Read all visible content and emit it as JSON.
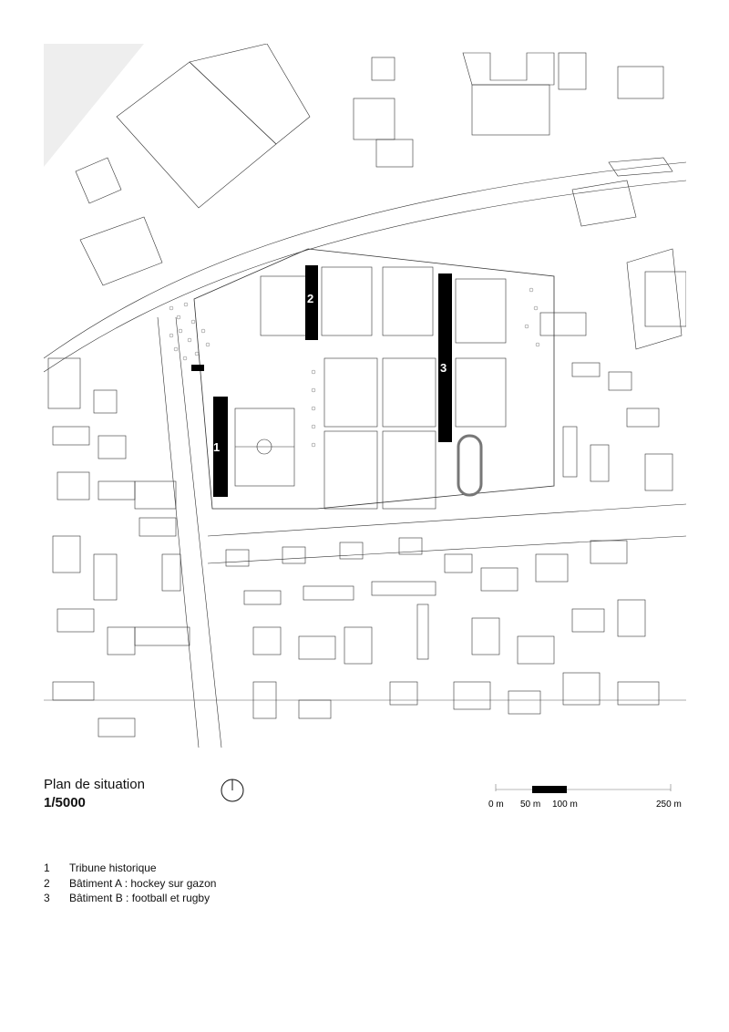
{
  "plan": {
    "title": "Plan de situation",
    "scale": "1/5000"
  },
  "scalebar": {
    "labels": [
      "0 m",
      "50 m",
      "100 m",
      "250 m"
    ]
  },
  "markers": [
    "1",
    "2",
    "3"
  ],
  "legend": [
    {
      "num": "1",
      "text": "Tribune historique"
    },
    {
      "num": "2",
      "text": "Bâtiment A : hockey sur gazon"
    },
    {
      "num": "3",
      "text": "Bâtiment B : football et rugby"
    }
  ],
  "icons": {
    "north": "north-arrow-icon"
  }
}
